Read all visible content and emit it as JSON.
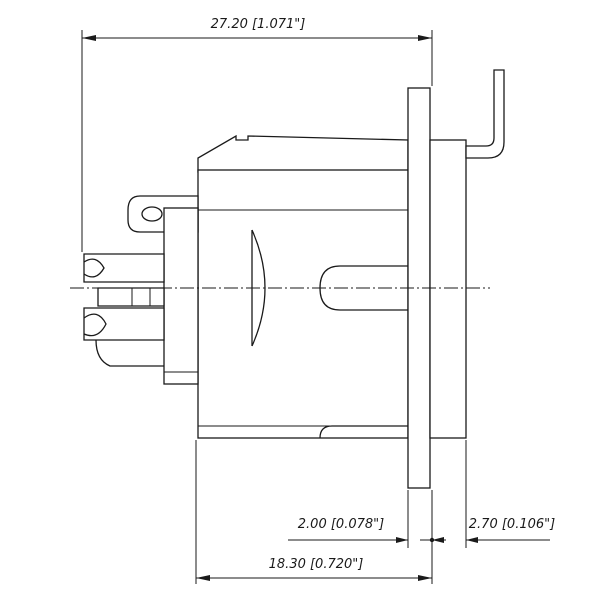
{
  "dimensions": {
    "overall_length": "27.20 [1.071\"]",
    "body_length": "18.30 [0.720\"]",
    "flange_thickness": "2.00 [0.078\"]",
    "tail_offset": "2.70 [0.106\"]"
  },
  "colors": {
    "line": "#1a1a1a",
    "background": "#ffffff"
  }
}
